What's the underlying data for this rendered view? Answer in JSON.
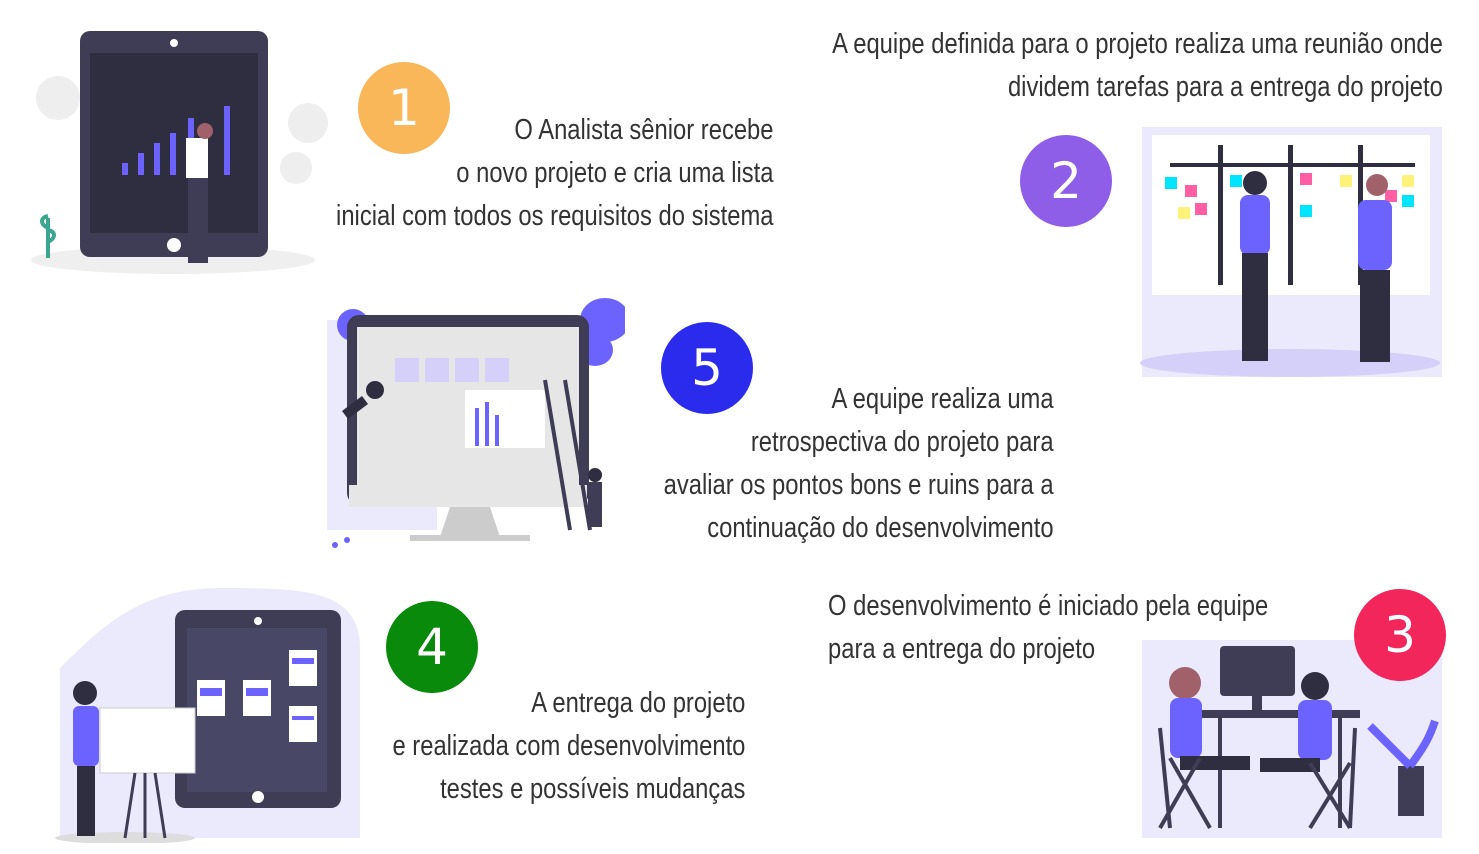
{
  "steps": [
    {
      "number": "1",
      "color": "#f9b75a",
      "lines": [
        "O Analista sênior recebe",
        "o novo projeto e cria uma lista",
        "inicial com todos os requisitos do sistema"
      ]
    },
    {
      "number": "2",
      "color": "#8e5ee8",
      "lines": [
        "A equipe definida para o projeto realiza uma reunião onde",
        "dividem tarefas para a entrega do projeto"
      ]
    },
    {
      "number": "3",
      "color": "#f2265a",
      "lines": [
        "O desenvolvimento é iniciado pela equipe",
        "para a entrega do projeto"
      ]
    },
    {
      "number": "4",
      "color": "#0a8a0a",
      "lines": [
        "A entrega do projeto",
        "e realizada com desenvolvimento",
        "testes e possíveis mudanças"
      ]
    },
    {
      "number": "5",
      "color": "#2b2bee",
      "lines": [
        "A equipe realiza uma",
        "retrospectiva do projeto para",
        "avaliar os pontos bons e ruins para a",
        "continuação do desenvolvimento"
      ]
    }
  ]
}
